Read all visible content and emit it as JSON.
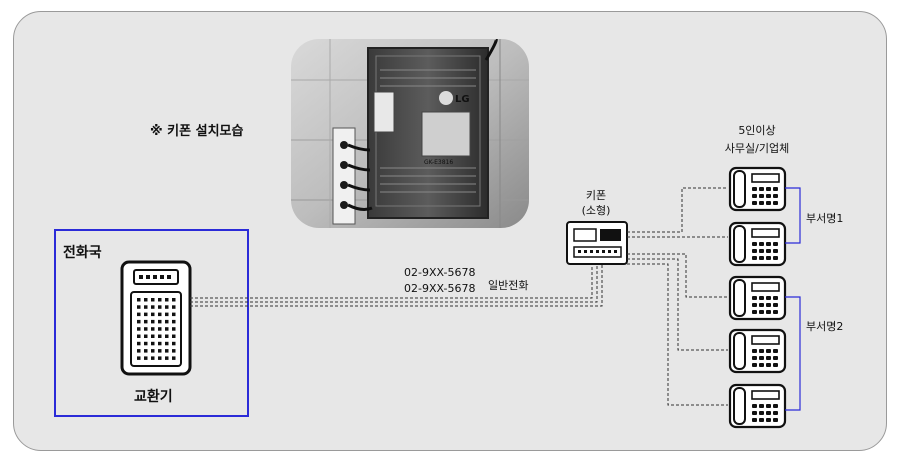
{
  "photo": {
    "caption": "※ 키폰 설치모습",
    "logo_text": "LG",
    "panel_text": "GK-E3816"
  },
  "exchange": {
    "box_title": "전화국",
    "device_label": "교환기",
    "border_color": "#2b2bd8"
  },
  "lines": {
    "numbers": [
      "02-9XX-5678",
      "02-9XX-5678"
    ],
    "line_type": "일반전화"
  },
  "keyphone": {
    "label": "키폰",
    "size_label": "(소형)"
  },
  "office": {
    "size_label": "5인이상",
    "type_label": "사무실/기업체",
    "bracket_color": "#2b2bd8",
    "groups": [
      {
        "name": "부서명1",
        "phone_count": 2
      },
      {
        "name": "부서명2",
        "phone_count": 3
      }
    ]
  }
}
